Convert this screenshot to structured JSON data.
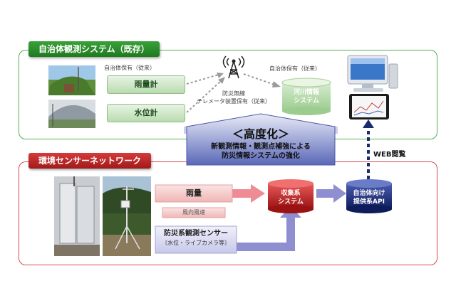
{
  "top_section": {
    "title": "自治体観測システム（既存）",
    "owner_label_left": "自治体保有（従来）",
    "owner_label_right": "自治体保有（従来）",
    "rain_gauge": "雨量計",
    "water_gauge": "水位計",
    "telemeter_line1": "防災無線",
    "telemeter_line2": "テレメータ装置保有（従来）",
    "river_info_line1": "河川情報",
    "river_info_line2": "システム"
  },
  "upgrade": {
    "title": "＜高度化＞",
    "line1": "新観測情報・観測点補強による",
    "line2": "防災情報システムの強化"
  },
  "web_label": "WEB閲覧",
  "bottom_section": {
    "title": "環境センサーネットワーク",
    "rainfall": "雨量",
    "wind": "風向風速",
    "sensor_line1": "防災系観測センサー",
    "sensor_line2": "〔水位・ライブカメラ等〕",
    "collection_line1": "収集系",
    "collection_line2": "システム",
    "api_line1": "自治体向け",
    "api_line2": "提供系API"
  },
  "colors": {
    "green": "#3aa13a",
    "red": "#c82828",
    "navy": "#1a2a6e",
    "lavender": "#c8c8ec"
  }
}
